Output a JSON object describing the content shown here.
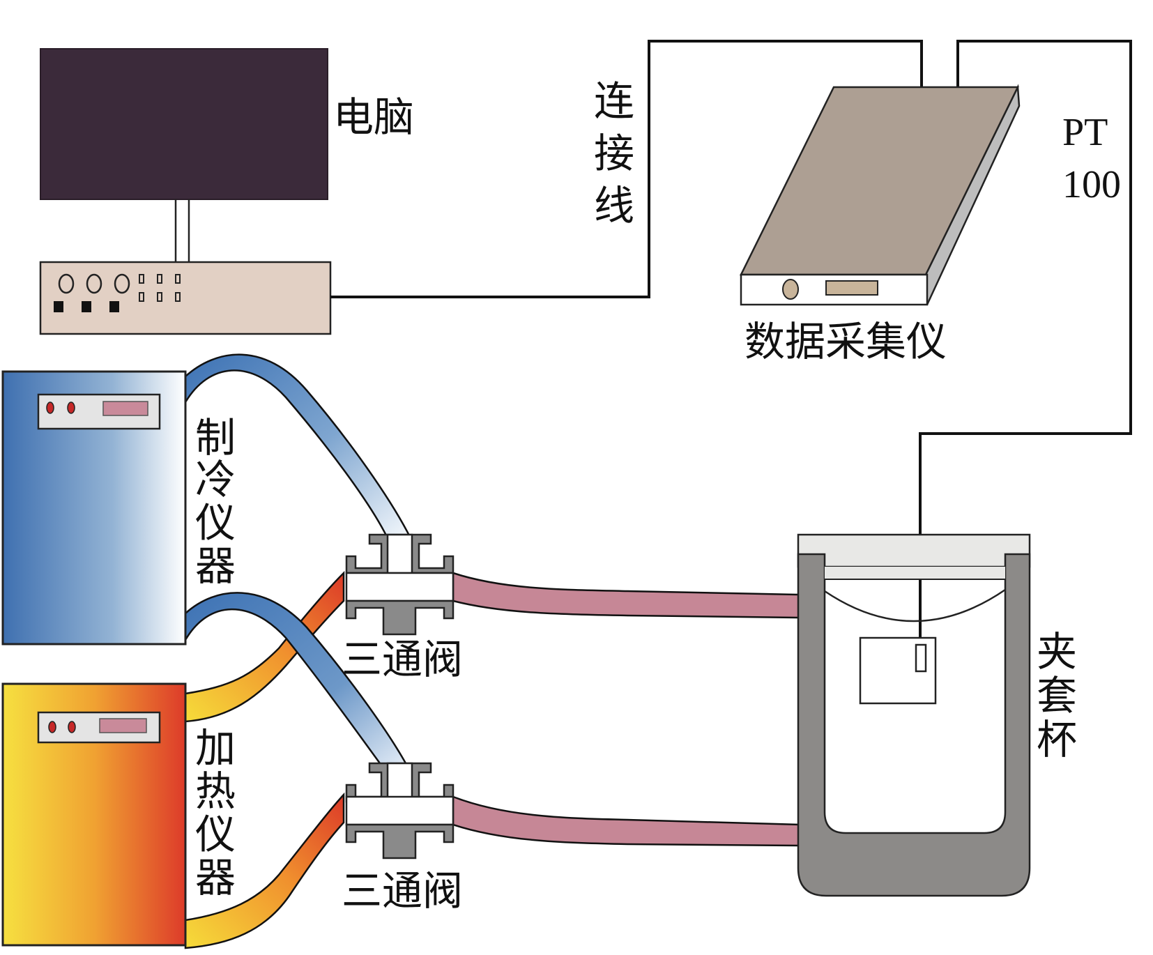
{
  "diagram": {
    "type": "experimental-setup",
    "components": {
      "computer": {
        "label": "电脑"
      },
      "connection_cable": {
        "label_chars": [
          "连",
          "接",
          "线"
        ]
      },
      "data_acquisition": {
        "label": "数据采集仪"
      },
      "pt100": {
        "label_line1": "PT",
        "label_line2": "100"
      },
      "refrigerator": {
        "label_chars": [
          "制",
          "冷",
          "仪",
          "器"
        ]
      },
      "heater": {
        "label_chars": [
          "加",
          "热",
          "仪",
          "器"
        ]
      },
      "valve_top": {
        "label": "三通阀"
      },
      "valve_bottom": {
        "label": "三通阀"
      },
      "jacketed_cup": {
        "label_chars": [
          "夹",
          "套",
          "杯"
        ]
      }
    },
    "colors": {
      "monitor": "#3b2a3a",
      "host": "#e2d0c4",
      "daq_top": "#ad9f93",
      "daq_side": "#bfbfbf",
      "daq_knob": "#c8b49a",
      "cold_dark": "#3f74b3",
      "cold_light": "#ffffff",
      "hot_yellow": "#f5dd3a",
      "hot_red": "#dd3b2a",
      "pipe_pink": "#c68796",
      "valve_gray": "#8a8a8a",
      "jacket_gray": "#8c8a88",
      "lid": "#e8e8e6",
      "display": "#c98a9a",
      "led": "#c62828"
    }
  }
}
